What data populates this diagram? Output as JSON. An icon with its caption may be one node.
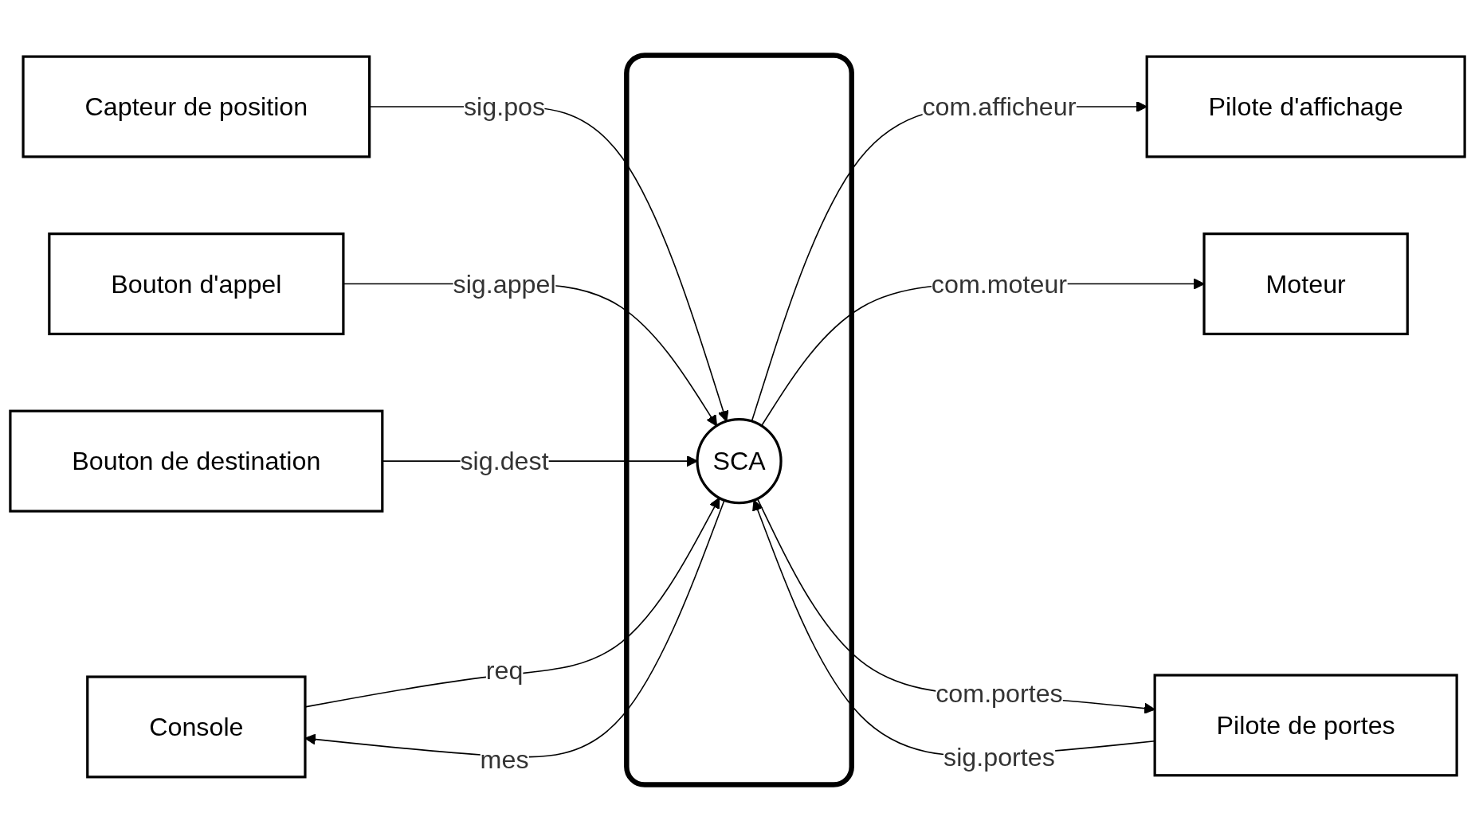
{
  "diagram": {
    "nodes": [
      {
        "text": [
          "Console"
        ]
      },
      {
        "text": [
          "Capteur de position"
        ]
      },
      {
        "text": [
          "Pilote d'affichage"
        ]
      },
      {
        "text": [
          "Bouton d'appel"
        ]
      },
      {
        "text": [],
        "shape": "box"
      },
      {
        "text": [
          "SCA"
        ],
        "in": 4
      },
      {
        "text": [
          "Moteur"
        ]
      },
      {
        "text": [
          "Bouton de destination"
        ]
      },
      {
        "text": [
          "Pilote de portes"
        ]
      }
    ],
    "edges": [
      {
        "from": 1,
        "to": 5,
        "arrow": "to",
        "label": "sig.pos"
      },
      {
        "from": 3,
        "to": 5,
        "arrow": "to",
        "label": "sig.appel"
      },
      {
        "from": 7,
        "to": 5,
        "arrow": "to",
        "label": "sig.dest"
      },
      {
        "from": 0,
        "to": 5,
        "arrow": "to",
        "label": "req"
      },
      {
        "from": 5,
        "to": 0,
        "arrow": "to",
        "label": "mes"
      },
      {
        "from": 5,
        "to": 2,
        "arrow": "to",
        "label": "com.afficheur"
      },
      {
        "from": 5,
        "to": 6,
        "arrow": "to",
        "label": "com.moteur"
      },
      {
        "from": 5,
        "to": 8,
        "arrow": "to",
        "label": "com.portes"
      },
      {
        "from": 8,
        "to": 5,
        "arrow": "to",
        "label": "sig.portes"
      }
    ]
  }
}
